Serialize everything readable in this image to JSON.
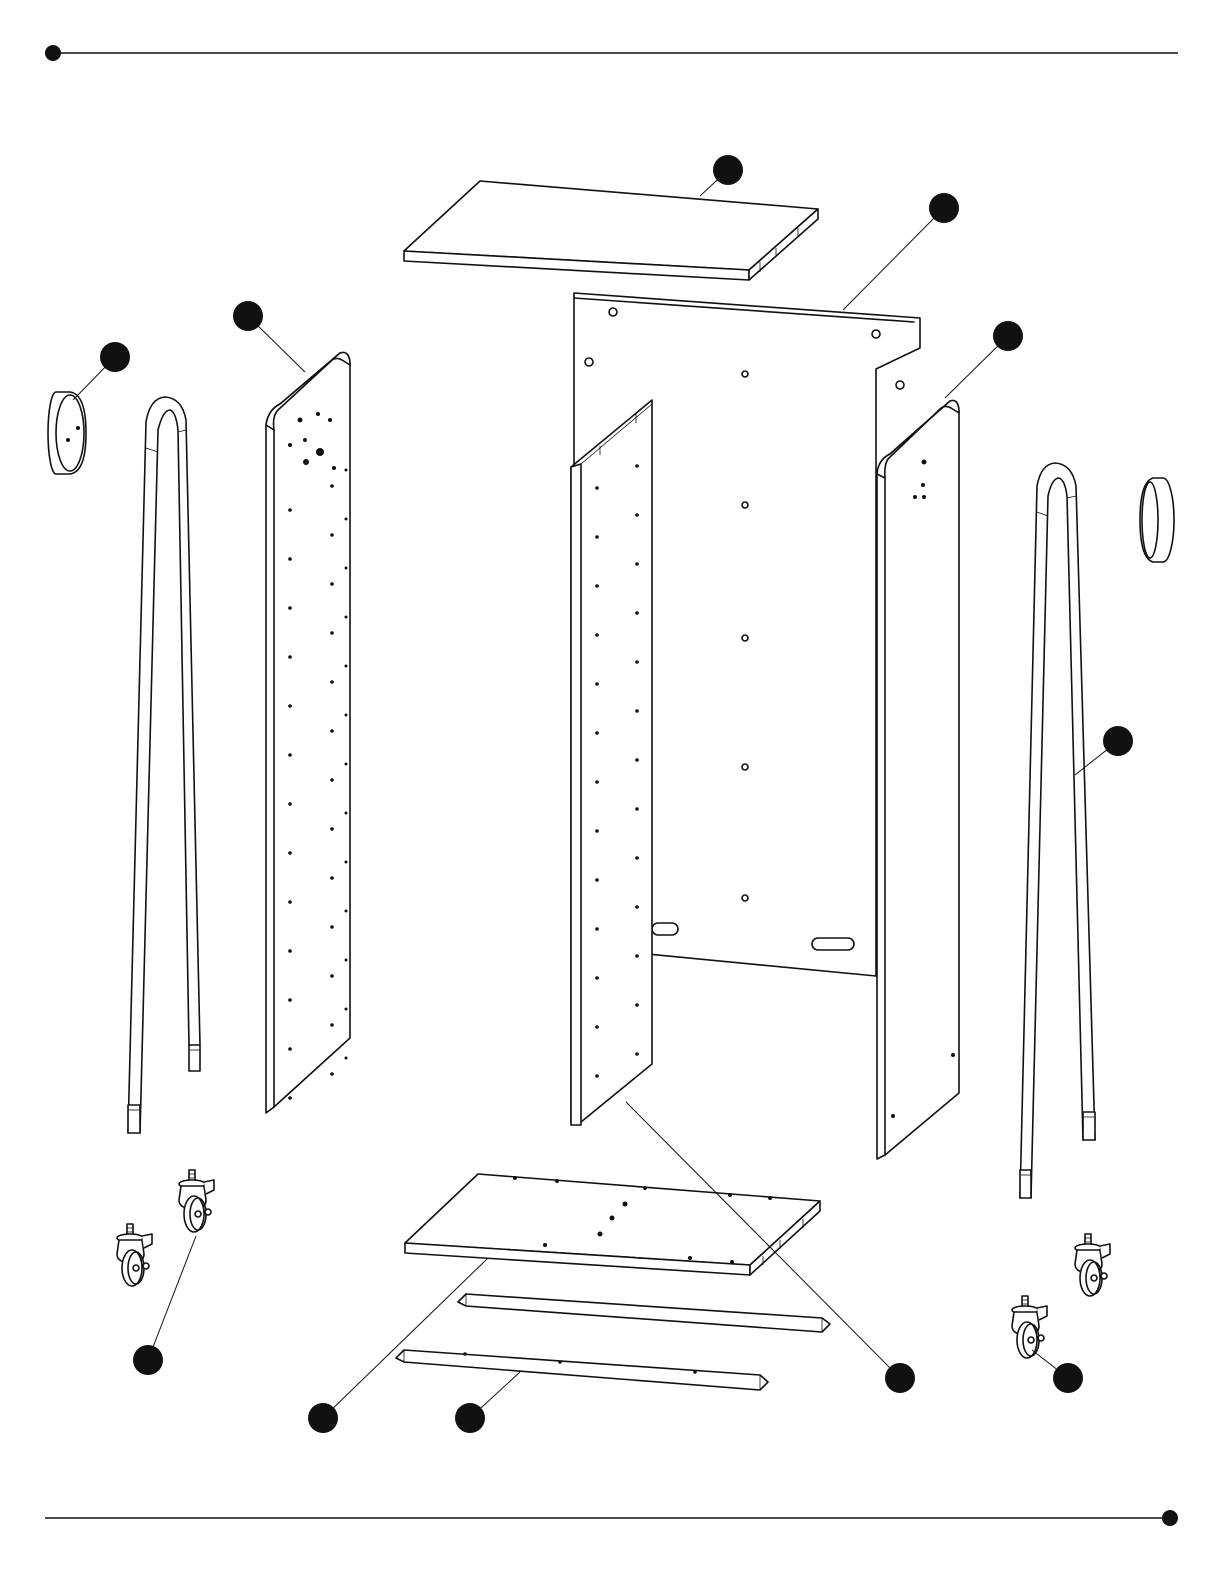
{
  "colors": {
    "ink": "#111111",
    "paper": "#ffffff"
  },
  "callouts": [
    {
      "id": "callout-top-panel"
    },
    {
      "id": "callout-back-panel"
    },
    {
      "id": "callout-left-side-panel"
    },
    {
      "id": "callout-right-side-panel"
    },
    {
      "id": "callout-end-cap-left"
    },
    {
      "id": "callout-right-frame-tube"
    },
    {
      "id": "callout-casters-left"
    },
    {
      "id": "callout-casters-right"
    },
    {
      "id": "callout-bottom-panel"
    },
    {
      "id": "callout-support-rail"
    },
    {
      "id": "callout-center-divider"
    }
  ]
}
